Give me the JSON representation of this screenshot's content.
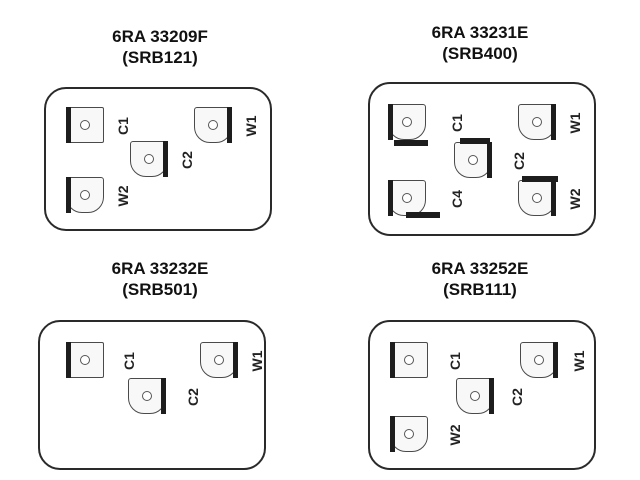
{
  "panels": [
    {
      "model": "6RA 33209F",
      "code": "(SRB121)",
      "terminals": {
        "c1": "C1",
        "w1": "W1",
        "c2": "C2",
        "w2": "W2"
      }
    },
    {
      "model": "6RA 33231E",
      "code": "(SRB400)",
      "terminals": {
        "c1": "C1",
        "w1": "W1",
        "c2": "C2",
        "c4": "C4",
        "w2": "W2"
      }
    },
    {
      "model": "6RA 33232E",
      "code": "(SRB501)",
      "terminals": {
        "c1": "C1",
        "w1": "W1",
        "c2": "C2"
      }
    },
    {
      "model": "6RA 33252E",
      "code": "(SRB111)",
      "terminals": {
        "c1": "C1",
        "w1": "W1",
        "c2": "C2",
        "w2": "W2"
      }
    }
  ]
}
